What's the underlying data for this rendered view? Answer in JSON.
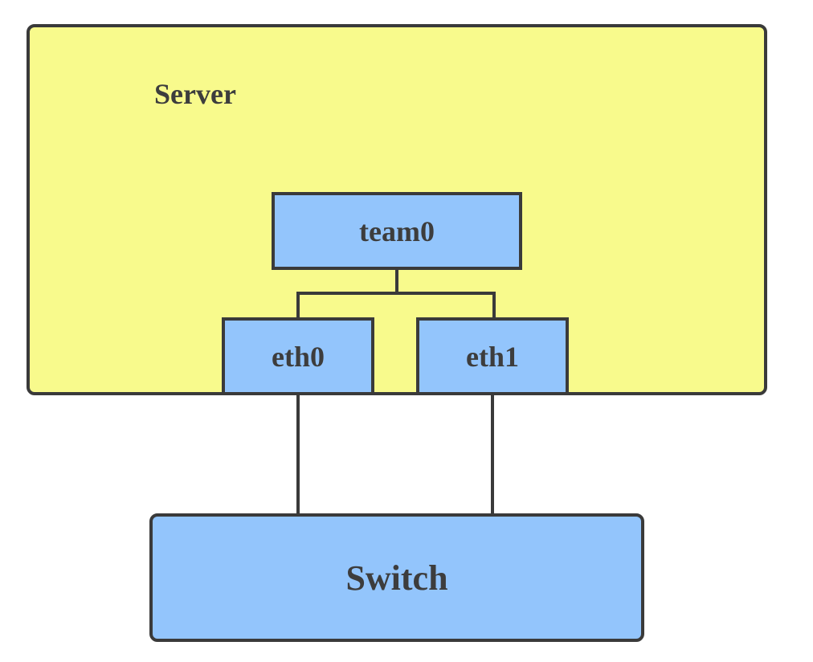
{
  "diagram": {
    "server": {
      "label": "Server"
    },
    "team": {
      "label": "team0"
    },
    "eth0": {
      "label": "eth0"
    },
    "eth1": {
      "label": "eth1"
    },
    "switch": {
      "label": "Switch"
    }
  },
  "colors": {
    "server_fill": "#f8fa8c",
    "node_fill": "#93c5fc",
    "stroke": "#3a3a3a",
    "text": "#3d3d3d"
  }
}
